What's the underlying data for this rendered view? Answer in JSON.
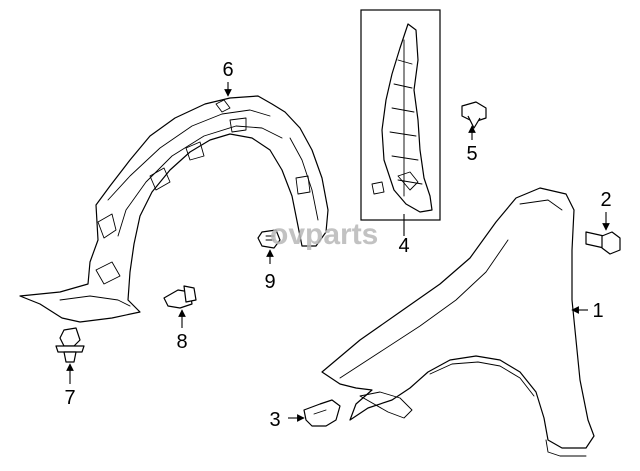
{
  "watermark": "ovparts",
  "callouts": [
    {
      "id": "part-1",
      "label": "1"
    },
    {
      "id": "part-2",
      "label": "2"
    },
    {
      "id": "part-3",
      "label": "3"
    },
    {
      "id": "part-4",
      "label": "4"
    },
    {
      "id": "part-5",
      "label": "5"
    },
    {
      "id": "part-6",
      "label": "6"
    },
    {
      "id": "part-7",
      "label": "7"
    },
    {
      "id": "part-8",
      "label": "8"
    },
    {
      "id": "part-9",
      "label": "9"
    }
  ]
}
